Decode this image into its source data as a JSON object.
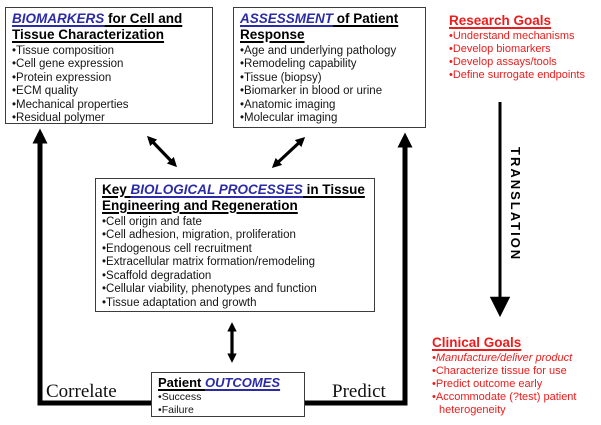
{
  "diagram": {
    "boxes": {
      "biomarkers": {
        "title_em": "BIOMARKERS",
        "title_rest": " for Cell and Tissue Characterization",
        "items": [
          "Tissue composition",
          "Cell gene expression",
          "Protein expression",
          "ECM quality",
          "Mechanical properties",
          "Residual polymer"
        ]
      },
      "assessment": {
        "title_em": "ASSESSMENT",
        "title_rest": " of Patient Response",
        "items": [
          "Age and underlying pathology",
          "Remodeling capability",
          "Tissue (biopsy)",
          "Biomarker in blood or urine",
          "Anatomic imaging",
          "Molecular imaging"
        ]
      },
      "processes": {
        "title_pre": "Key ",
        "title_em": "BIOLOGICAL PROCESSES",
        "title_rest": " in Tissue Engineering and Regeneration",
        "items": [
          "Cell origin and fate",
          "Cell adhesion, migration, proliferation",
          "Endogenous cell recruitment",
          "Extracellular matrix formation/remodeling",
          "Scaffold degradation",
          "Cellular viability, phenotypes and function",
          "Tissue adaptation and growth"
        ]
      },
      "outcomes": {
        "title_pre": "Patient ",
        "title_em": "OUTCOMES",
        "items": [
          "Success",
          "Failure"
        ]
      }
    },
    "research_goals": {
      "title": "Research Goals",
      "items": [
        "Understand mechanisms",
        "Develop biomarkers",
        "Develop assays/tools",
        "Define surrogate endpoints"
      ]
    },
    "clinical_goals": {
      "title": "Clinical Goals",
      "items": [
        "Manufacture/deliver product",
        "Characterize tissue for use",
        "Predict outcome early",
        "Accommodate (?test) patient heterogeneity"
      ]
    },
    "labels": {
      "correlate": "Correlate",
      "predict": "Predict",
      "translation": "TRANSLATION"
    },
    "colors": {
      "accent_blue": "#2B2BA8",
      "goal_red": "#ED1C1C",
      "arrow_black": "#000000"
    }
  }
}
